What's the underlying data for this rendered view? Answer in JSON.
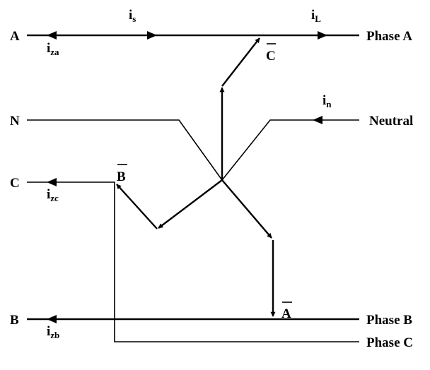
{
  "nodes": {
    "A": "A",
    "N": "N",
    "C": "C",
    "B": "B"
  },
  "phases": {
    "phase_a": "Phase A",
    "neutral": "Neutral",
    "phase_b": "Phase B",
    "phase_c": "Phase C"
  },
  "currents": {
    "is": {
      "base": "i",
      "sub": "s"
    },
    "iL": {
      "base": "i",
      "sub": "L"
    },
    "in": {
      "base": "i",
      "sub": "n"
    },
    "iza": {
      "base": "i",
      "sub": "za"
    },
    "izc": {
      "base": "i",
      "sub": "zc"
    },
    "izb": {
      "base": "i",
      "sub": "zb"
    }
  },
  "phasors": {
    "c_bar": "C",
    "b_bar": "B",
    "a_bar": "A"
  }
}
